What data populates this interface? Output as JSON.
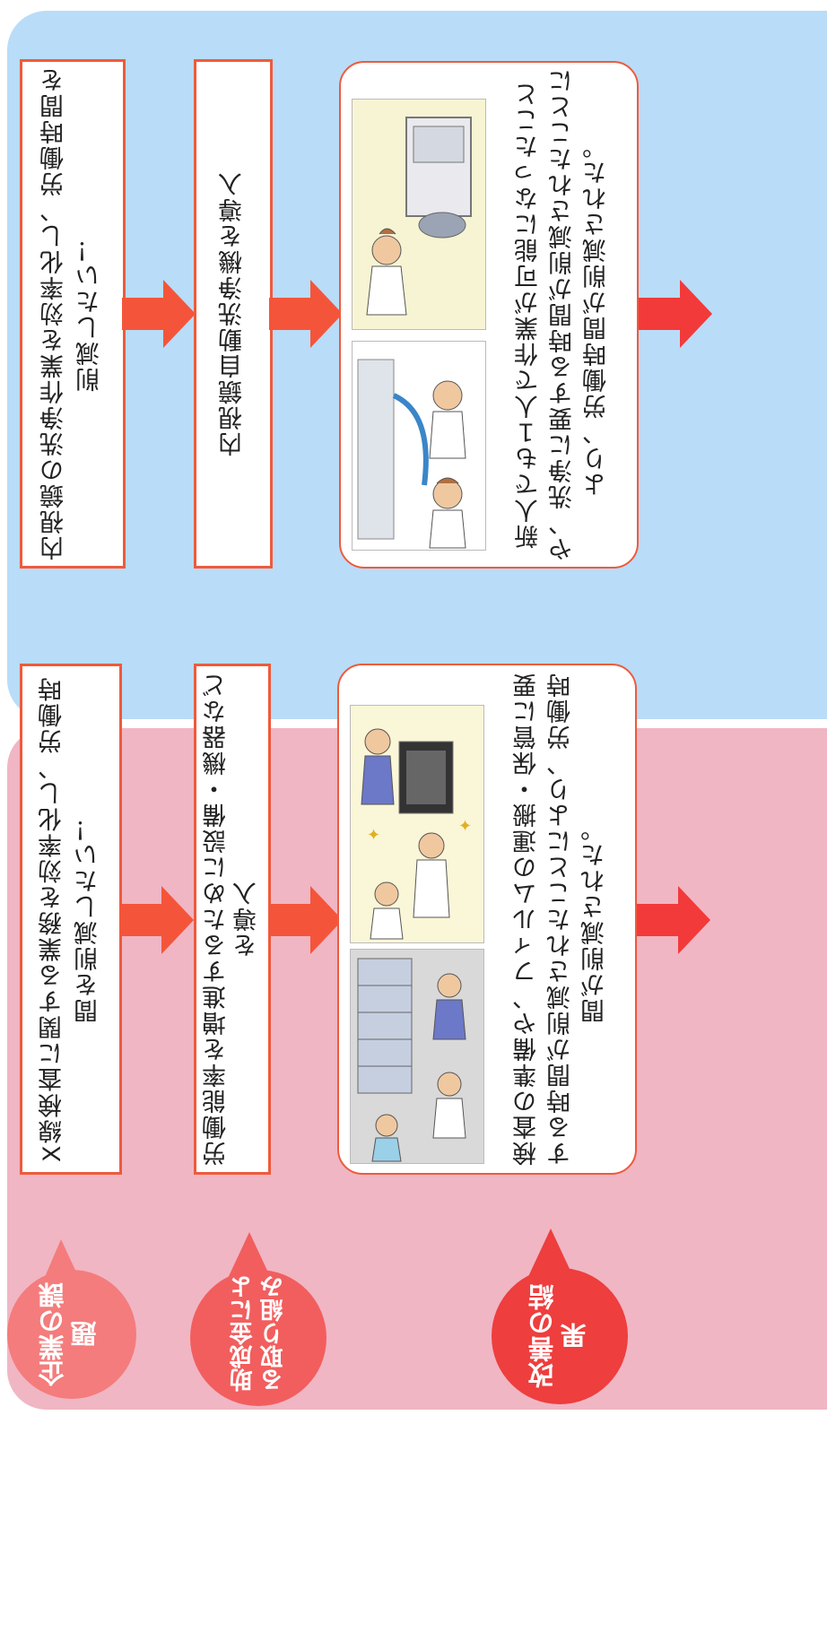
{
  "colors": {
    "blue_panel": "#b9dcf8",
    "pink_panel": "#f0b6c4",
    "box_border": "#ef5a3c",
    "arrow": "#f4553a",
    "bubble_light": "#f47c7c",
    "bubble_mid": "#f25e5e",
    "bubble_dark": "#ee3e3e"
  },
  "labels": {
    "issue": "企業の課題",
    "initiative": "助成金による取り組み",
    "result": "改善の結果"
  },
  "endoscope_case": {
    "issue": "内視鏡の洗浄作業を効率化し、労働時間を削減したい！",
    "initiative": "内視鏡自動洗浄機を導入",
    "result": "新人でも１人で作業が可能になったことや、洗浄に要する時間が削減されたことにより、労働時間が削減された。",
    "illustrations": [
      "manual-washing-illustration",
      "auto-washer-illustration"
    ]
  },
  "xray_case": {
    "issue": "X線検査に関する業務を効率化し、労働時間を削減したい！",
    "initiative": "労働能率を増進するために設備・機器などを導入",
    "result": "検査の準備や、フィルムの運搬・保管に要する時間が削減されたことにより、労働時間が削減された。",
    "illustrations": [
      "film-storage-illustration",
      "digital-xray-illustration"
    ]
  }
}
